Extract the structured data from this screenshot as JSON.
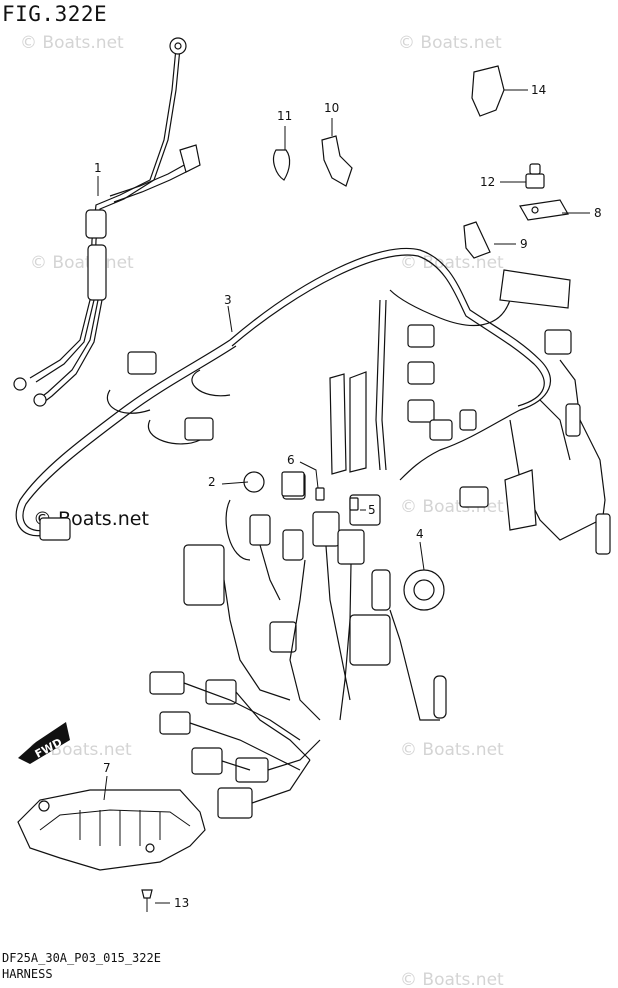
{
  "figure": {
    "title": "FIG.322E"
  },
  "footer": {
    "code": "DF25A_30A_P03_015_322E",
    "caption": "HARNESS"
  },
  "watermark": {
    "text": "© Boats.net",
    "strong_text": "© Boats.net"
  },
  "direction_tag": "FWD",
  "callouts": {
    "c1": "1",
    "c2": "2",
    "c3": "3",
    "c4": "4",
    "c5": "5",
    "c6": "6",
    "c7": "7",
    "c8": "8",
    "c9": "9",
    "c10": "10",
    "c11": "11",
    "c12": "12",
    "c13": "13",
    "c14": "14"
  }
}
